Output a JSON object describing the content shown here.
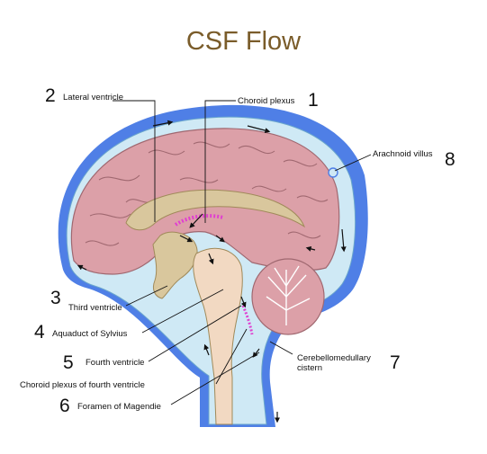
{
  "title": "CSF Flow",
  "labels": [
    {
      "num": "1",
      "text": "Choroid plexus"
    },
    {
      "num": "2",
      "text": "Lateral ventricle"
    },
    {
      "num": "3",
      "text": "Third ventricle"
    },
    {
      "num": "4",
      "text": "Aquaduct of Sylvius"
    },
    {
      "num": "5",
      "text": "Fourth ventricle"
    },
    {
      "num": "",
      "text": "Choroid plexus of fourth ventricle"
    },
    {
      "num": "6",
      "text": "Foramen of Magendie"
    },
    {
      "num": "7",
      "text": "Cerebellomedullary",
      "text2": "cistern"
    },
    {
      "num": "8",
      "text": "Arachnoid villus"
    }
  ],
  "colors": {
    "title": "#7a5c2a",
    "dura": "#4f7fe6",
    "csf": "#cfe9f5",
    "brain": "#dca0a8",
    "brain_line": "#a06870",
    "ventricle": "#d9c79d",
    "plexus": "#e040d0"
  }
}
